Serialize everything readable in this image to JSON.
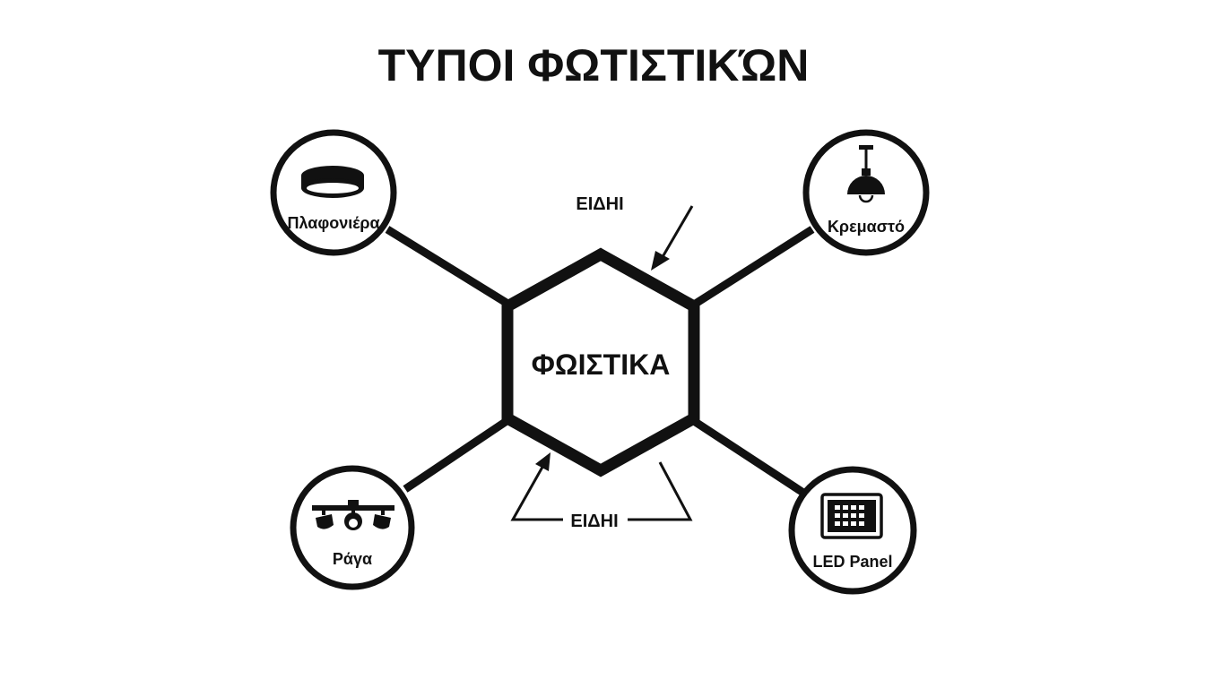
{
  "title": "ΤΥΠΟΙ ΦΩΤΙΣΤΙΚΏΝ",
  "center": {
    "label": "ΦΩΙΣΤΙΚΑ"
  },
  "annotations": {
    "top": "ΕΙΔΗΙ",
    "bottom": "ΕΙΔΗΙ"
  },
  "nodes": {
    "plafoniera": {
      "label": "Πλαφονιέρα",
      "icon": "ceiling-light-icon"
    },
    "kremasto": {
      "label": "Κρεμαστό",
      "icon": "pendant-lamp-icon"
    },
    "raga": {
      "label": "Ράγα",
      "icon": "track-light-icon"
    },
    "led_panel": {
      "label": "LED Panel",
      "icon": "led-panel-icon"
    }
  },
  "colors": {
    "ink": "#111111",
    "background": "#ffffff"
  }
}
